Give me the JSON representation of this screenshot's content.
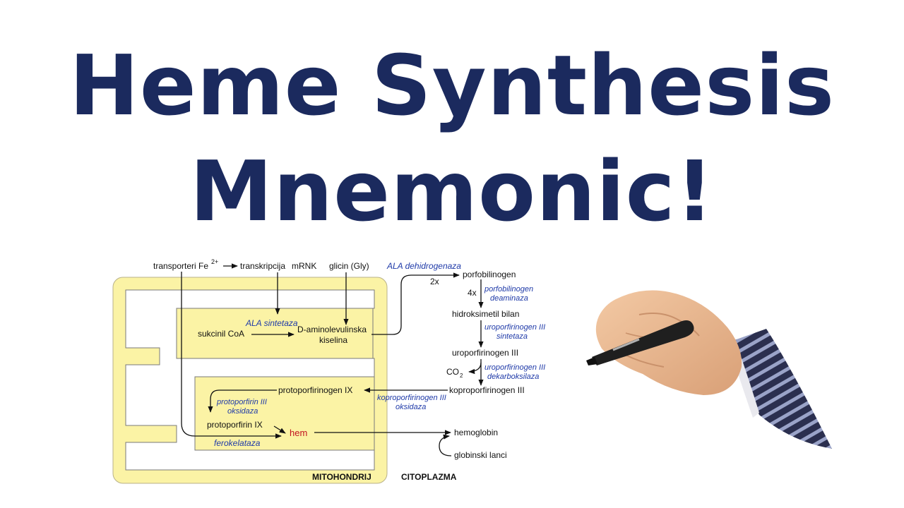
{
  "title": {
    "line1": "Heme Synthesis",
    "line2": "Mnemonic!"
  },
  "diagram": {
    "top": {
      "transporteri": "transporteri Fe",
      "fe_sup": "2+",
      "transkripcija": "transkripcija",
      "mrnk": "mRNK",
      "glicin": "glicin (Gly)",
      "ala_dehidrogenaza": "ALA dehidrogenaza"
    },
    "mito": {
      "ala_sintetaza": "ALA sintetaza",
      "sukcinil": "sukcinil CoA",
      "d_amino_1": "D-aminolevulinska",
      "d_amino_2": "kiselina",
      "protoporfirinogen": "protoporfirinogen IX",
      "protox_1": "protoporfirin III",
      "protox_2": "oksidaza",
      "protoporfirin": "protoporfirin IX",
      "hem": "hem",
      "ferokelataza": "ferokelataza",
      "label": "MITOHONDRIJ"
    },
    "cyto": {
      "porfobilinogen": "porfobilinogen",
      "twox": "2x",
      "fourx": "4x",
      "pbgd_1": "porfobilinogen",
      "pbgd_2": "deaminaza",
      "hidroksimetil": "hidroksimetil bilan",
      "uros_1": "uroporfirinogen III",
      "uros_2": "sintetaza",
      "uroporfirinogen": "uroporfirinogen III",
      "co2": "CO",
      "co2_sub": "2",
      "urod_1": "uroporfirinogen III",
      "urod_2": "dekarboksilaza",
      "koproporfirinogen": "koproporfirinogen III",
      "cpox_1": "koproporfirinogen III",
      "cpox_2": "oksidaza",
      "hemoglobin": "hemoglobin",
      "globinski": "globinski lanci",
      "label": "CITOPLAZMA"
    }
  },
  "colors": {
    "title": "#1b2a5e",
    "mitochondrion_fill": "#fbf3a5",
    "enzyme_text": "#1f3aa8",
    "heme_text": "#c1121f"
  }
}
